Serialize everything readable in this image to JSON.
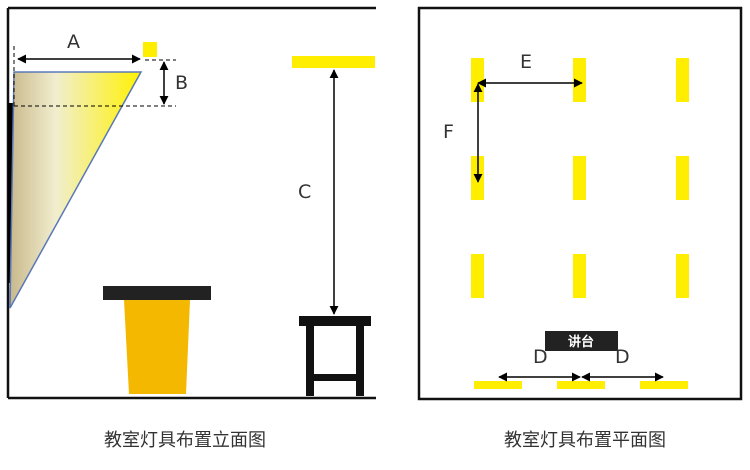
{
  "elevation": {
    "caption": "教室灯具布置立面图",
    "labels": {
      "a": "A",
      "b": "B",
      "c": "C"
    }
  },
  "plan": {
    "caption": "教室灯具布置平面图",
    "labels": {
      "e": "E",
      "f": "F",
      "d_left": "D",
      "d_right": "D"
    },
    "podium_label": "讲台"
  },
  "colors": {
    "lamp": "#ffee00",
    "frame": "#111111",
    "table_leg": "#f5b800",
    "blackboard": "#000000"
  }
}
